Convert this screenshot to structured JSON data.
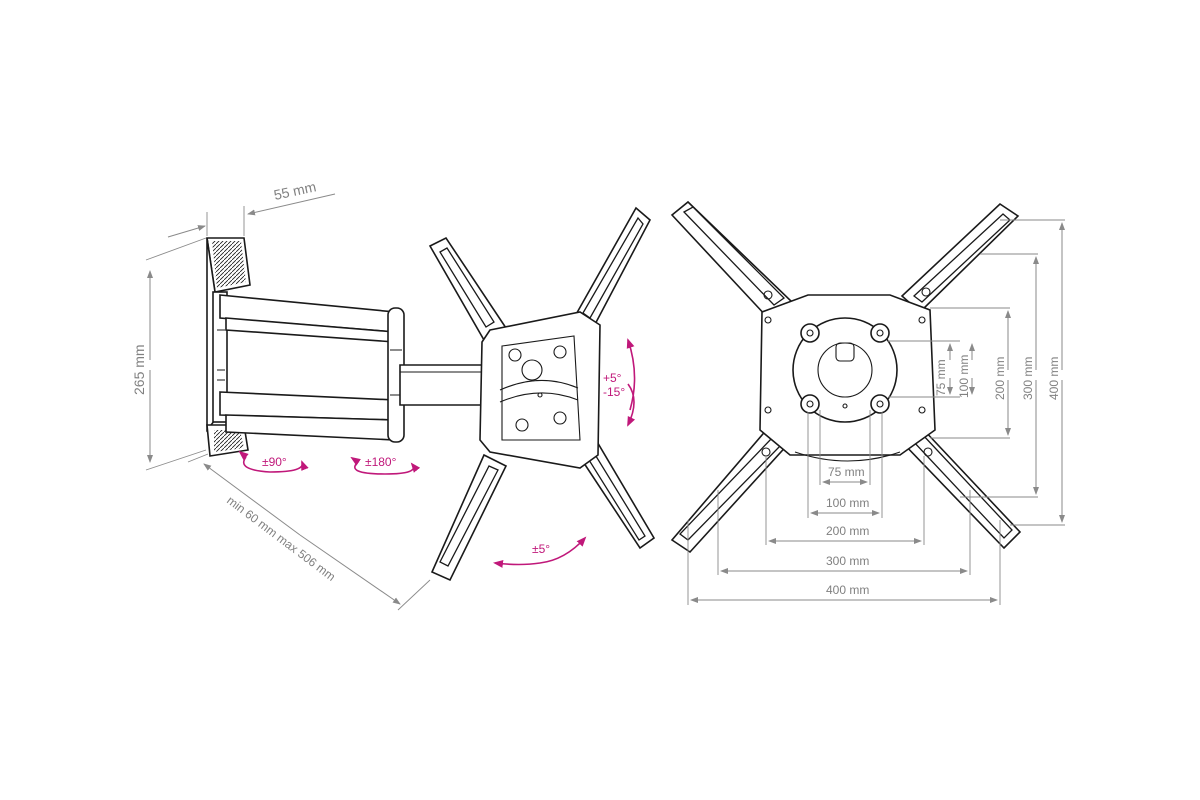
{
  "colors": {
    "outline": "#1a1a1a",
    "dimension": "#8a8a8a",
    "motion_accent": "#c0187a",
    "background": "#ffffff"
  },
  "side_view": {
    "depth_label": "55 mm",
    "height_label": "265 mm",
    "extension_label": "min 60 mm max 506 mm",
    "swivel_wall_label": "±90°",
    "swivel_arm_label": "±180°"
  },
  "tilt_view": {
    "tilt_label_up": "+5°",
    "tilt_label_down": "-15°",
    "rotation_label": "±5°"
  },
  "vesa_view": {
    "horizontal": [
      "75 mm",
      "100 mm",
      "200 mm",
      "300 mm",
      "400 mm"
    ],
    "vertical": [
      "75 mm",
      "100 mm",
      "200 mm",
      "300 mm",
      "400 mm"
    ]
  }
}
